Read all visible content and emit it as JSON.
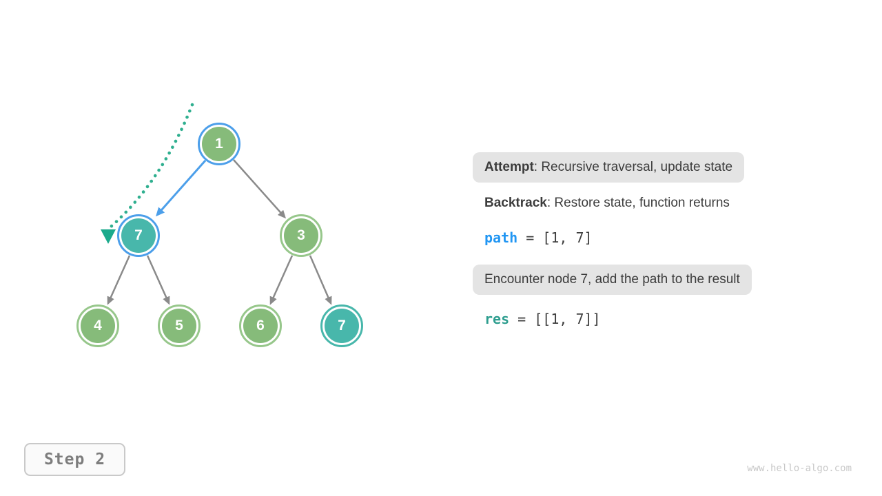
{
  "tree": {
    "nodes": [
      {
        "label": "1",
        "fill": "green",
        "ring": "blue"
      },
      {
        "label": "7",
        "fill": "teal",
        "ring": "blue"
      },
      {
        "label": "3",
        "fill": "green",
        "ring": "green"
      },
      {
        "label": "4",
        "fill": "green",
        "ring": "green"
      },
      {
        "label": "5",
        "fill": "green",
        "ring": "green"
      },
      {
        "label": "6",
        "fill": "green",
        "ring": "green"
      },
      {
        "label": "7",
        "fill": "teal",
        "ring": "teal"
      }
    ],
    "edges": [
      {
        "from": "1",
        "to": "7",
        "style": "blue-attempt"
      },
      {
        "from": "1",
        "to": "3",
        "style": "gray"
      },
      {
        "from": "7",
        "to": "4",
        "style": "gray"
      },
      {
        "from": "7",
        "to": "5",
        "style": "gray"
      },
      {
        "from": "3",
        "to": "6",
        "style": "gray"
      },
      {
        "from": "3",
        "to": "7",
        "style": "gray"
      }
    ],
    "backtrack_arrow": "dotted-teal-curve-pointing-to-node-7"
  },
  "panel": {
    "attempt": {
      "label": "Attempt",
      "text": ": Recursive traversal, update state"
    },
    "backtrack": {
      "label": "Backtrack",
      "text": ": Restore state, function returns"
    },
    "path_line": {
      "var": "path",
      "value": " = [1, 7]"
    },
    "encounter": {
      "text": "Encounter node 7, add the path to the result"
    },
    "res_line": {
      "var": "res",
      "value": " = [[1, 7]]"
    }
  },
  "step": {
    "label": "Step 2"
  },
  "watermark": "www.hello-algo.com",
  "colors": {
    "node_green_fill": "#86BB7A",
    "node_green_ring": "#97C78B",
    "node_teal_fill": "#48B7AB",
    "highlight_blue_ring": "#4C9FEA",
    "attempt_arrow_blue": "#4C9FEA",
    "edge_gray": "#8A8A8A",
    "backtrack_dot_teal": "#2FAF8F",
    "backtrack_triangle_teal": "#1BAA8C",
    "keyword_path_blue": "#2196F3",
    "keyword_res_teal": "#2E9E8F",
    "pill_background": "#E4E4E4",
    "text_dark": "#3C3C3C",
    "step_text_gray": "#7D7D7D",
    "watermark_gray": "#C8C8C8"
  }
}
